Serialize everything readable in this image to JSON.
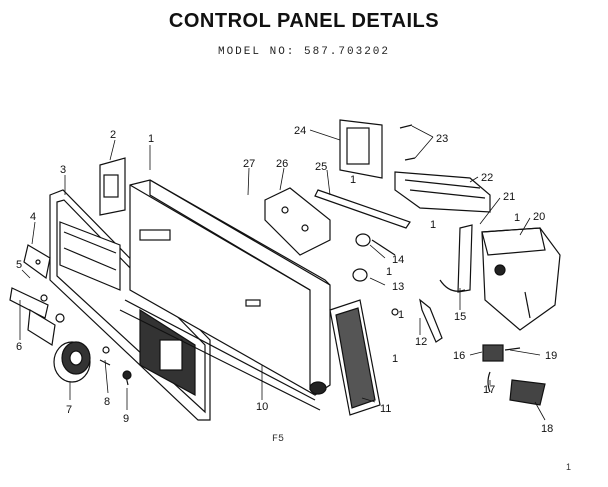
{
  "header": {
    "title": "CONTROL PANEL DETAILS",
    "model": "MODEL NO: 587.703202"
  },
  "footer": {
    "code": "F5",
    "corner_mark": "1"
  },
  "callouts": {
    "c1a": "1",
    "c2": "2",
    "c3": "3",
    "c4": "4",
    "c5": "5",
    "c6": "6",
    "c7": "7",
    "c8": "8",
    "c9": "9",
    "c10": "10",
    "c11": "11",
    "c12": "12",
    "c13": "13",
    "c14": "14",
    "c15": "15",
    "c16": "16",
    "c17": "17",
    "c18": "18",
    "c19": "19",
    "c20": "20",
    "c21": "21",
    "c22": "22",
    "c23": "23",
    "c24": "24",
    "c25": "25",
    "c26": "26",
    "c27": "27",
    "c1b": "1",
    "c1c": "1",
    "c1d": "1",
    "c1e": "1",
    "c1f": "1",
    "c1g": "1"
  }
}
